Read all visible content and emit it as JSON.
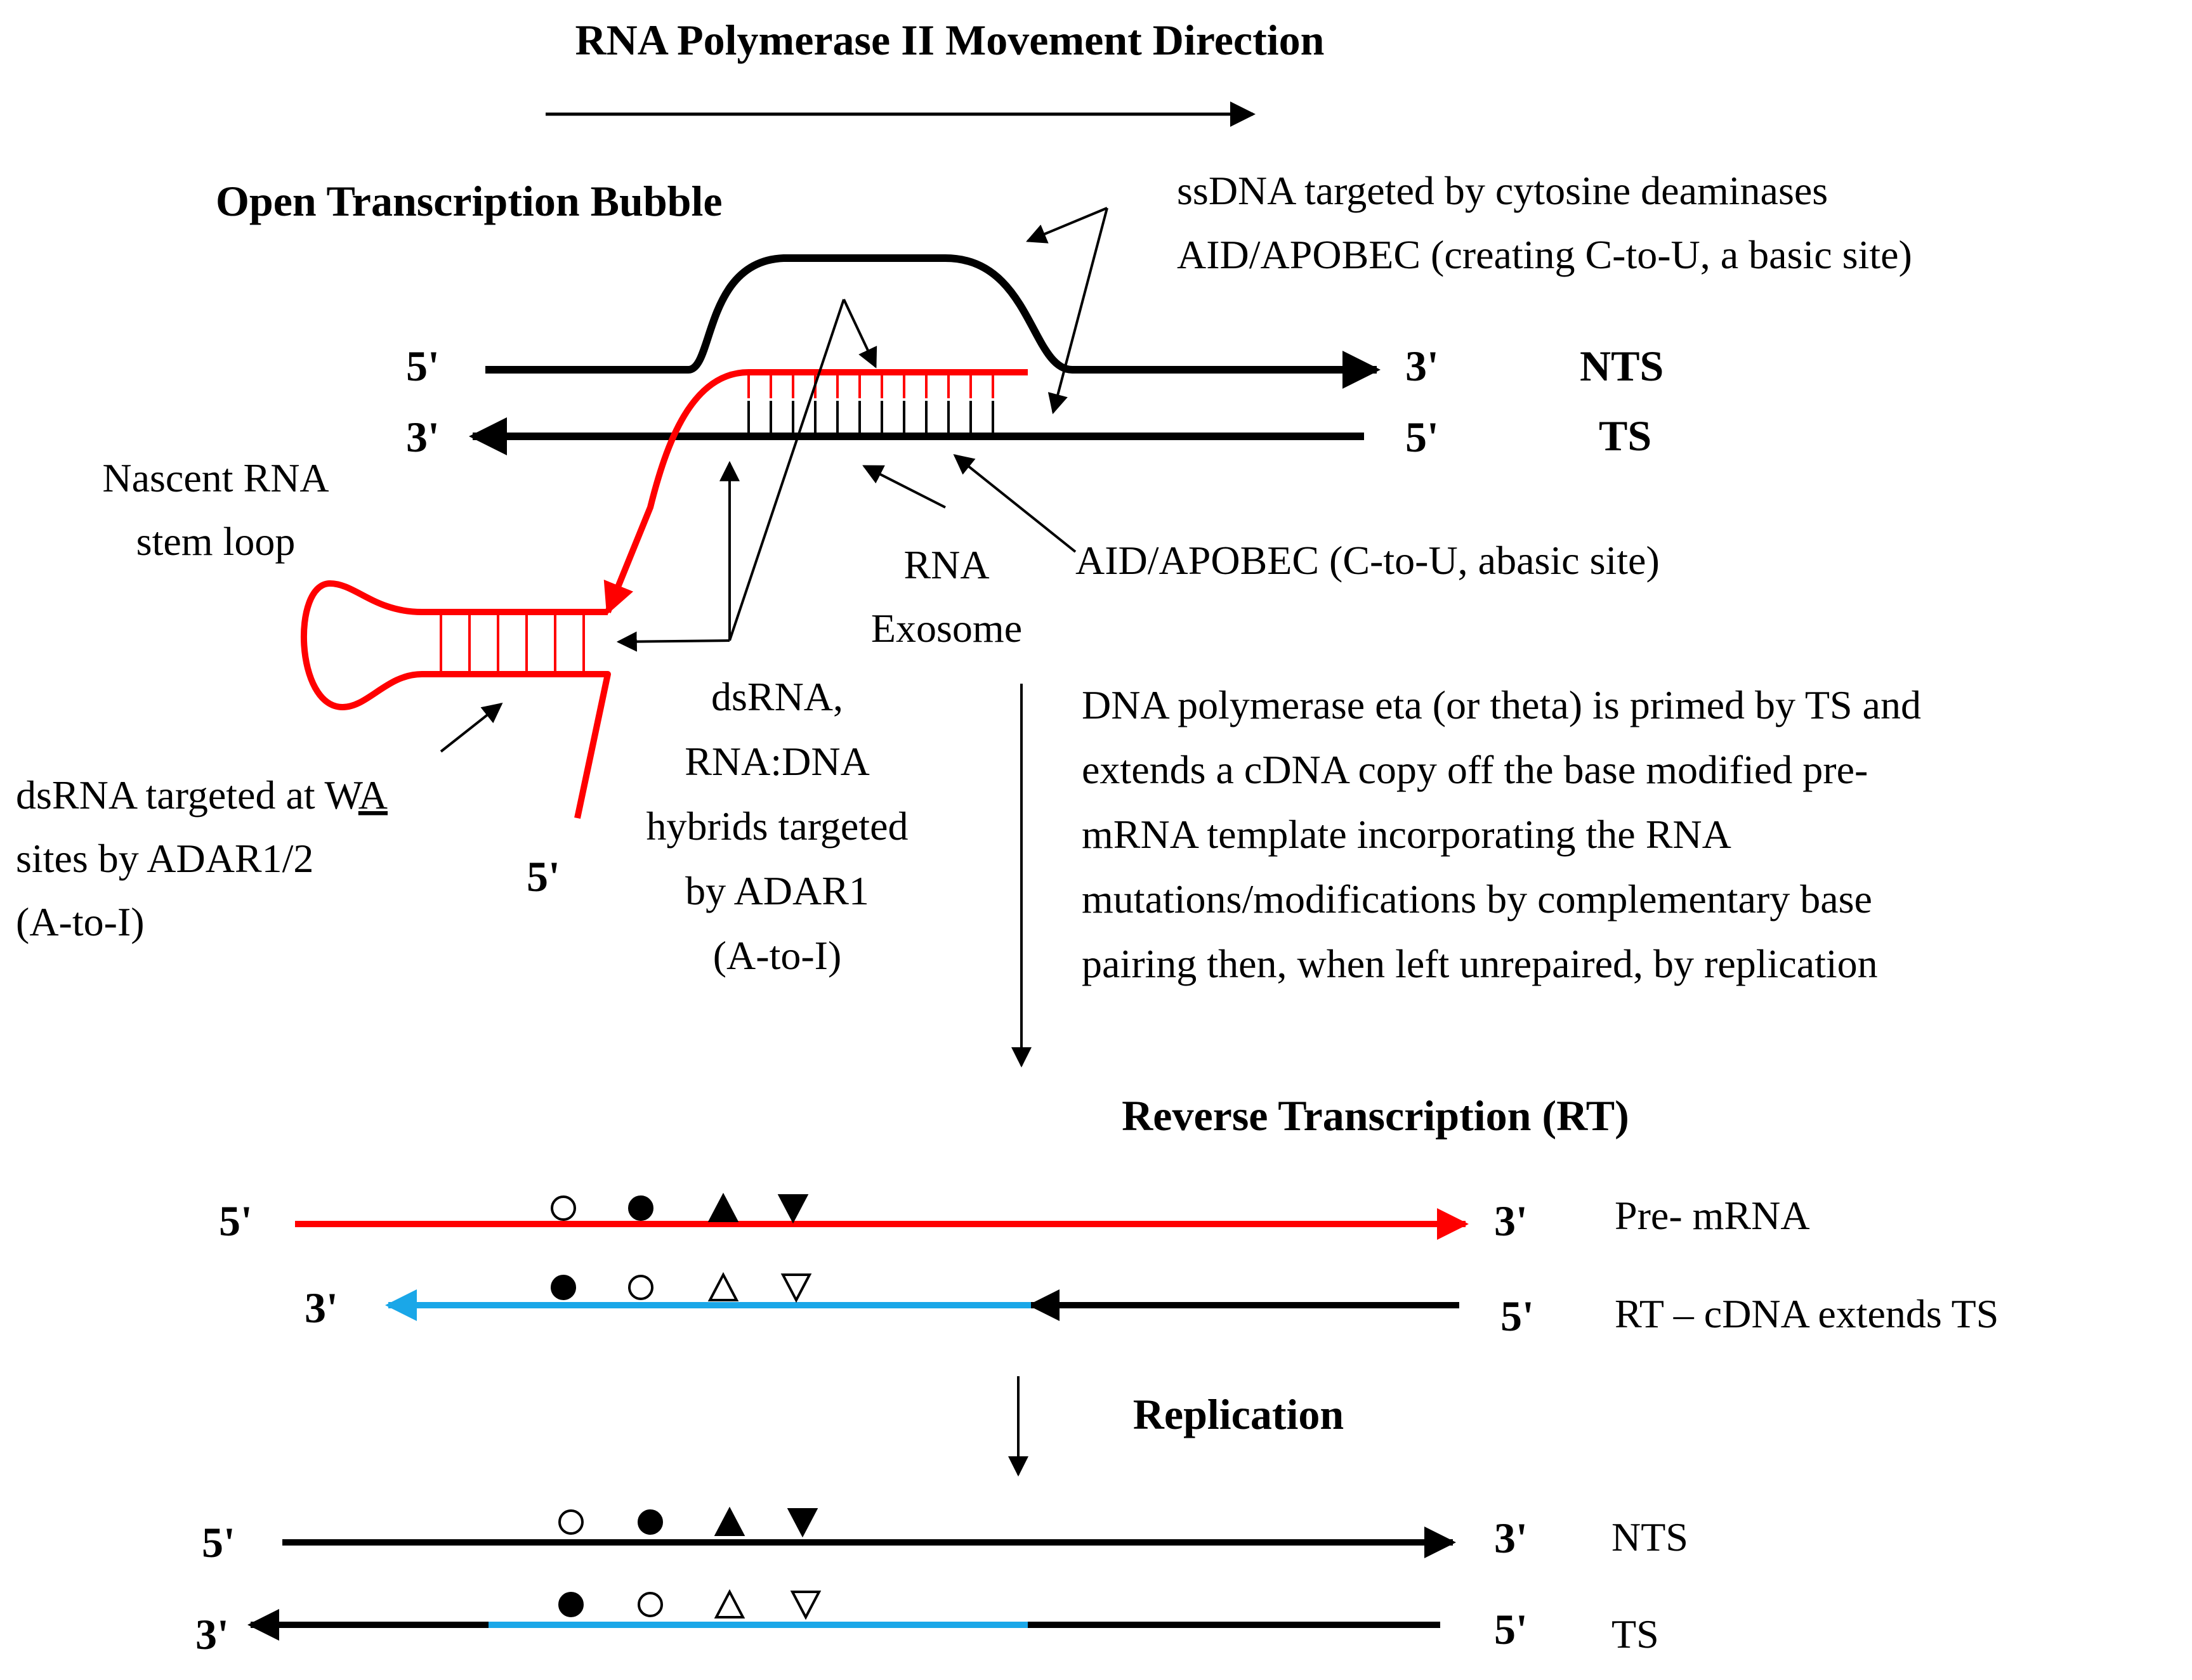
{
  "colors": {
    "strand": "#000000",
    "rna": "#ff0000",
    "cdna": "#1aa7e8"
  },
  "top": {
    "movement_title": "RNA Polymerase II Movement Direction",
    "bubble_title": "Open Transcription Bubble",
    "ssdna_label": {
      "line1": "ssDNA targeted by cytosine deaminases",
      "line2": "AID/APOBEC (creating C-to-U, a basic site)"
    },
    "nts_5": "5'",
    "nts_3": "3'",
    "nts_label": "NTS",
    "ts_3": "3'",
    "ts_5": "5'",
    "ts_label": "TS",
    "nascent_rna": {
      "line1": "Nascent RNA",
      "line2": "stem loop"
    },
    "rna_exosome": {
      "line1": "RNA",
      "line2": "Exosome"
    },
    "aid_apobec": "AID/APOBEC (C-to-U, abasic site)",
    "rna_5": "5'",
    "dsrna_wa": {
      "line1_prefix": "dsRNA targeted at W",
      "line1_underlined": "A",
      "line2": "sites by ADAR1/2",
      "line3": "(A-to-I)"
    },
    "dsrna_hybrid": {
      "line1": "dsRNA,",
      "line2": "RNA:DNA",
      "line3": "hybrids targeted",
      "line4": "by ADAR1",
      "line5": "(A-to-I)"
    },
    "polymerase_text": [
      "DNA polymerase eta (or theta) is primed by TS and",
      "extends a cDNA copy off the base modified pre-",
      "mRNA template incorporating the RNA",
      "mutations/modifications by complementary base",
      "pairing then, when left unrepaired, by replication"
    ]
  },
  "rt": {
    "title": "Reverse Transcription (RT)",
    "premrna_5": "5'",
    "premrna_3": "3'",
    "premrna_label": "Pre- mRNA",
    "cdna_3": "3'",
    "cdna_5": "5'",
    "cdna_label": "RT – cDNA extends TS"
  },
  "replication": {
    "title": "Replication",
    "nts_5": "5'",
    "nts_3": "3'",
    "nts_label": "NTS",
    "ts_3": "3'",
    "ts_5": "5'",
    "ts_label": "TS"
  },
  "symbols": {
    "premrna": [
      "open-circle",
      "filled-circle",
      "filled-triangle-up",
      "filled-triangle-down"
    ],
    "cdna": [
      "filled-circle",
      "open-circle",
      "open-triangle-up",
      "open-triangle-down"
    ],
    "nts": [
      "open-circle",
      "filled-circle",
      "filled-triangle-up",
      "filled-triangle-down"
    ],
    "ts": [
      "filled-circle",
      "open-circle",
      "open-triangle-up",
      "open-triangle-down"
    ]
  }
}
